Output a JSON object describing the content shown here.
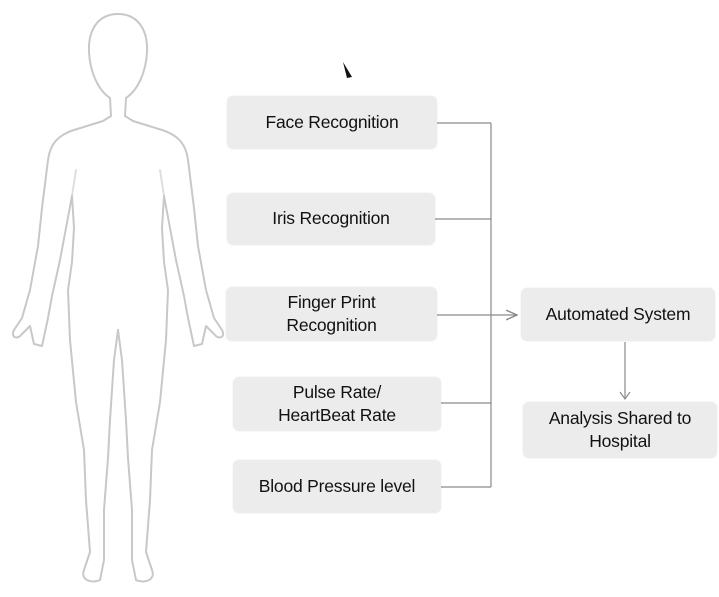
{
  "colors": {
    "box_fill": "#ececec",
    "connector": "#8a8a8a",
    "body_outline": "#c8c8c8"
  },
  "icons": [
    "human-body-icon",
    "arrow-right-icon",
    "arrow-down-icon"
  ],
  "inputs": [
    {
      "id": "face",
      "lines": [
        "Face Recognition"
      ]
    },
    {
      "id": "iris",
      "lines": [
        "Iris Recognition"
      ]
    },
    {
      "id": "finger",
      "lines": [
        "Finger Print",
        "Recognition"
      ]
    },
    {
      "id": "pulse",
      "lines": [
        "Pulse Rate/",
        "HeartBeat Rate"
      ]
    },
    {
      "id": "bp",
      "lines": [
        "Blood Pressure level"
      ]
    }
  ],
  "system": {
    "lines": [
      "Automated System"
    ]
  },
  "output": {
    "lines": [
      "Analysis Shared to",
      "Hospital"
    ]
  }
}
